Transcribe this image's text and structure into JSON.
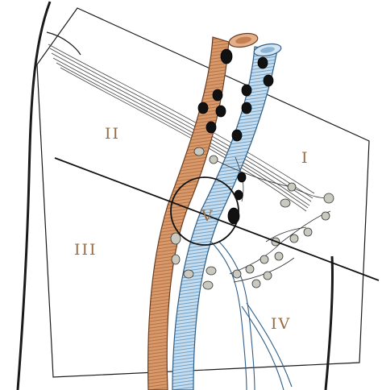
{
  "diagram": {
    "zone_labels": {
      "zone_1": "I",
      "zone_2": "II",
      "zone_3": "III",
      "zone_4": "IV",
      "zone_5": "V"
    },
    "colors": {
      "artery_fill": "#d79a6b",
      "artery_stripe": "#b96e45",
      "vein_fill": "#bcd6ea",
      "vein_stripe": "#6f9fc4",
      "node_dark": "#111111",
      "node_light": "#c9c9bf",
      "ink": "#1a1a1a",
      "label": "#9a6b3f"
    }
  }
}
